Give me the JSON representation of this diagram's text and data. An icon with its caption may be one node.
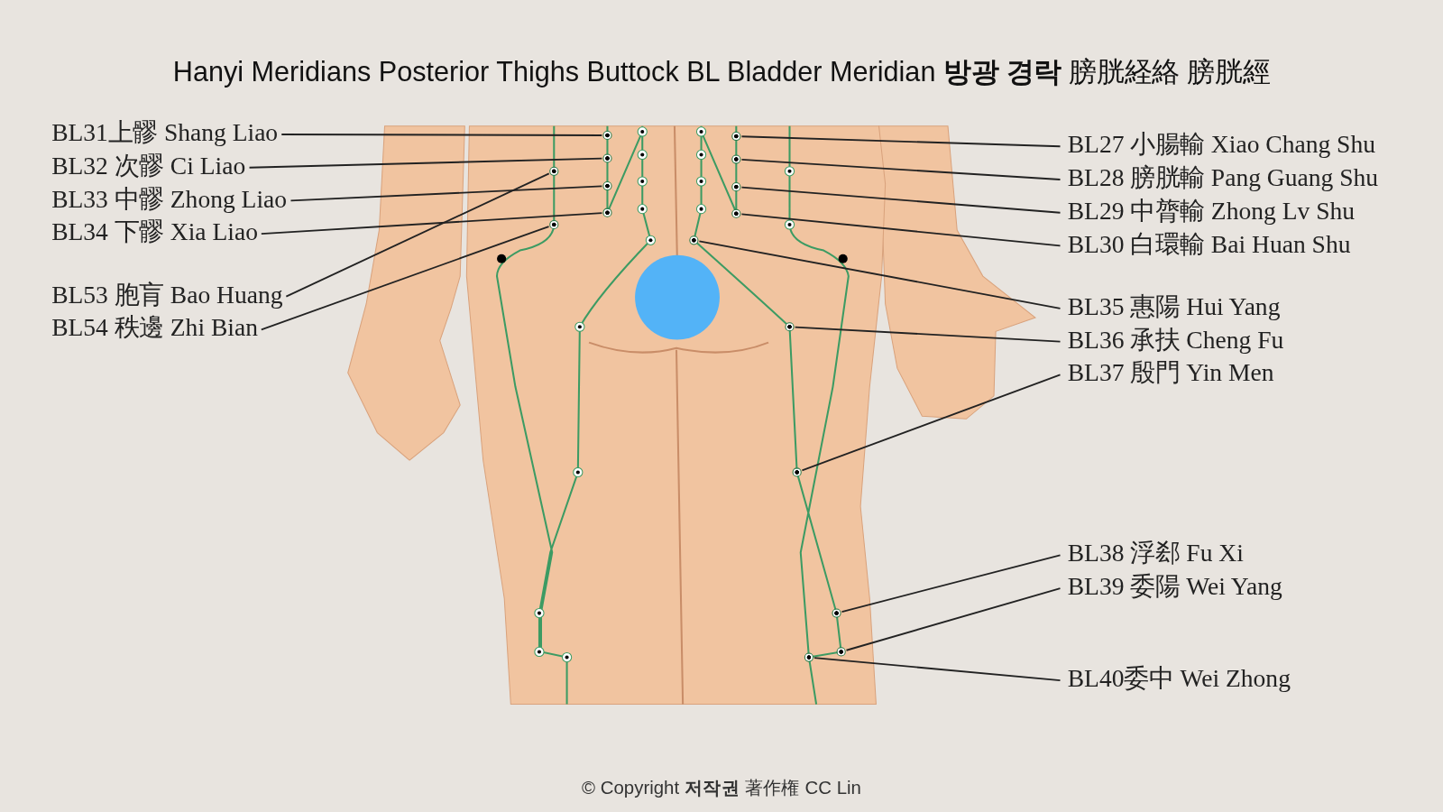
{
  "diagram": {
    "title": "Hanyi Meridians Posterior Thighs Buttock BL Bladder Meridian **방광 경락** 膀胱経絡 膀胱經",
    "caption": "© Copyright **저작권** 著作権 CC Lin",
    "nodes": [
      {
        "text": [
          "BL31上髎 Shang Liao"
        ]
      },
      {
        "text": [
          "BL32 次髎 Ci Liao"
        ]
      },
      {
        "text": [
          "BL33 中髎 Zhong Liao"
        ]
      },
      {
        "text": [
          "BL34 下髎 Xia Liao"
        ]
      },
      {
        "text": [
          "BL53  胞肓 Bao Huang"
        ]
      },
      {
        "text": [
          "BL54 秩邊 Zhi Bian"
        ]
      },
      {
        "text": [
          "BL27 小腸輸 Xiao Chang Shu"
        ]
      },
      {
        "text": [
          "BL28 膀胱輸 Pang Guang Shu"
        ]
      },
      {
        "text": [
          "BL29 中膂輸 Zhong Lv Shu"
        ]
      },
      {
        "text": [
          "BL30 白環輸 Bai Huan Shu"
        ]
      },
      {
        "text": [
          "BL35 惠陽 Hui Yang"
        ]
      },
      {
        "text": [
          "BL36 承扶 Cheng Fu"
        ]
      },
      {
        "text": [
          "BL37 殷門 Yin Men"
        ]
      },
      {
        "text": [
          "BL38 浮郄 Fu Xi"
        ]
      },
      {
        "text": [
          "BL39 委陽 Wei Yang"
        ]
      },
      {
        "text": [
          "BL40委中 Wei Zhong"
        ]
      },
      {
        "text": [],
        "shape": "circle"
      },
      {
        "text": [],
        "shape": "circle"
      },
      {
        "text": [],
        "shape": "circle"
      },
      {
        "text": [],
        "shape": "circle"
      },
      {
        "text": [],
        "shape": "circle"
      },
      {
        "text": [],
        "shape": "circle"
      },
      {
        "text": [],
        "shape": "circle"
      },
      {
        "text": [],
        "shape": "circle"
      },
      {
        "text": [],
        "shape": "circle"
      },
      {
        "text": [],
        "shape": "circle"
      },
      {
        "text": [],
        "shape": "circle"
      },
      {
        "text": [],
        "shape": "circle"
      },
      {
        "text": [],
        "shape": "circle"
      },
      {
        "text": [],
        "shape": "circle"
      },
      {
        "text": [],
        "shape": "circle"
      },
      {
        "text": [],
        "shape": "circle"
      }
    ],
    "edges": [
      {
        "from": 0,
        "to": 16,
        "arrow": "none"
      },
      {
        "from": 1,
        "to": 17,
        "arrow": "none"
      },
      {
        "from": 2,
        "to": 18,
        "arrow": "none"
      },
      {
        "from": 3,
        "to": 19,
        "arrow": "none"
      },
      {
        "from": 4,
        "to": 20,
        "arrow": "none"
      },
      {
        "from": 5,
        "to": 21,
        "arrow": "none"
      },
      {
        "from": 6,
        "to": 22,
        "arrow": "none"
      },
      {
        "from": 7,
        "to": 23,
        "arrow": "none"
      },
      {
        "from": 8,
        "to": 24,
        "arrow": "none"
      },
      {
        "from": 9,
        "to": 25,
        "arrow": "none"
      },
      {
        "from": 10,
        "to": 26,
        "arrow": "none"
      },
      {
        "from": 11,
        "to": 27,
        "arrow": "none"
      },
      {
        "from": 12,
        "to": 28,
        "arrow": "none"
      },
      {
        "from": 13,
        "to": 29,
        "arrow": "none"
      },
      {
        "from": 14,
        "to": 30,
        "arrow": "none"
      },
      {
        "from": 15,
        "to": 31,
        "arrow": "none"
      }
    ]
  }
}
